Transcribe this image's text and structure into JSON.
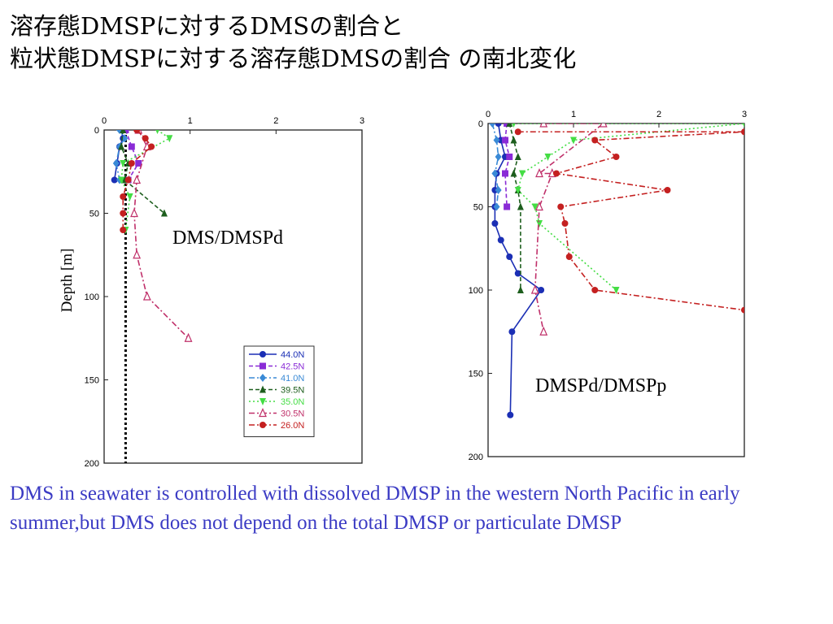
{
  "title": {
    "line1": "溶存態DMSPに対するDMSの割合と",
    "line2": "粒状態DMSPに対する溶存態DMSの割合 の南北変化"
  },
  "caption": "DMS in seawater is controlled with dissolved DMSP in the western North Pacific in early summer,but DMS does not depend on the total DMSP or particulate DMSP",
  "colors": {
    "44.0N": "#1b2fb5",
    "42.5N": "#8a2bd6",
    "41.0N": "#3a8ad6",
    "39.5N": "#1d5e1d",
    "35.0N": "#44dd44",
    "30.5N": "#c0306a",
    "26.0N": "#c42020",
    "caption": "#3b3bc4"
  },
  "chart_data": [
    {
      "type": "line",
      "title": "DMS/DMSPd",
      "ylabel": "Depth [m]",
      "xlabel": "",
      "xlim": [
        0,
        3
      ],
      "ylim": [
        200,
        0
      ],
      "xticks": [
        "0",
        "1",
        "2",
        "3"
      ],
      "yticks": [
        "0",
        "50",
        "100",
        "150",
        "200"
      ],
      "legend_position": "bottom-right",
      "reference_line": {
        "x": 0.25,
        "style": "dotted",
        "color": "#000000"
      },
      "series": [
        {
          "name": "44.0N",
          "marker": "circle",
          "dash": "solid",
          "points": [
            [
              0.2,
              0
            ],
            [
              0.22,
              5
            ],
            [
              0.18,
              10
            ],
            [
              0.15,
              20
            ],
            [
              0.12,
              30
            ],
            [
              0.22,
              30
            ]
          ]
        },
        {
          "name": "42.5N",
          "marker": "square",
          "dash": "dash",
          "points": [
            [
              0.25,
              0
            ],
            [
              0.32,
              10
            ],
            [
              0.4,
              20
            ],
            [
              0.28,
              30
            ]
          ]
        },
        {
          "name": "41.0N",
          "marker": "diamond",
          "dash": "dashdot",
          "points": [
            [
              0.18,
              0
            ],
            [
              0.24,
              5
            ],
            [
              0.18,
              10
            ],
            [
              0.14,
              20
            ],
            [
              0.18,
              30
            ]
          ]
        },
        {
          "name": "39.5N",
          "marker": "triangle",
          "dash": "dash",
          "points": [
            [
              0.22,
              0
            ],
            [
              0.2,
              10
            ],
            [
              0.28,
              20
            ],
            [
              0.24,
              30
            ],
            [
              0.7,
              50
            ]
          ]
        },
        {
          "name": "35.0N",
          "marker": "triangle-down",
          "dash": "dot",
          "points": [
            [
              0.62,
              0
            ],
            [
              0.76,
              5
            ],
            [
              0.22,
              20
            ],
            [
              0.2,
              30
            ],
            [
              0.3,
              40
            ],
            [
              0.25,
              60
            ]
          ]
        },
        {
          "name": "30.5N",
          "marker": "triangle-open",
          "dash": "dashdot",
          "points": [
            [
              0.4,
              0
            ],
            [
              0.5,
              10
            ],
            [
              0.38,
              30
            ],
            [
              0.35,
              50
            ],
            [
              0.38,
              75
            ],
            [
              0.5,
              100
            ],
            [
              0.98,
              125
            ]
          ]
        },
        {
          "name": "26.0N",
          "marker": "circle",
          "dash": "dashdot",
          "points": [
            [
              0.38,
              0
            ],
            [
              0.48,
              5
            ],
            [
              0.55,
              10
            ],
            [
              0.32,
              20
            ],
            [
              0.28,
              30
            ],
            [
              0.22,
              40
            ],
            [
              0.22,
              50
            ],
            [
              0.22,
              60
            ]
          ]
        }
      ]
    },
    {
      "type": "line",
      "title": "DMSPd/DMSPp",
      "ylabel": "",
      "xlabel": "",
      "xlim": [
        0,
        3
      ],
      "ylim": [
        200,
        0
      ],
      "xticks": [
        "0",
        "1",
        "2",
        "3"
      ],
      "yticks": [
        "0",
        "50",
        "100",
        "150",
        "200"
      ],
      "series": [
        {
          "name": "44.0N",
          "marker": "circle",
          "dash": "solid",
          "points": [
            [
              0.12,
              0
            ],
            [
              0.15,
              10
            ],
            [
              0.2,
              20
            ],
            [
              0.1,
              30
            ],
            [
              0.08,
              40
            ],
            [
              0.08,
              50
            ],
            [
              0.08,
              60
            ],
            [
              0.15,
              70
            ],
            [
              0.25,
              80
            ],
            [
              0.35,
              90
            ],
            [
              0.62,
              100
            ],
            [
              0.28,
              125
            ],
            [
              0.26,
              175
            ]
          ]
        },
        {
          "name": "42.5N",
          "marker": "square",
          "dash": "dash",
          "points": [
            [
              0.22,
              0
            ],
            [
              0.2,
              10
            ],
            [
              0.25,
              20
            ],
            [
              0.2,
              30
            ],
            [
              0.22,
              50
            ]
          ]
        },
        {
          "name": "41.0N",
          "marker": "diamond",
          "dash": "dashdot",
          "points": [
            [
              0.05,
              0
            ],
            [
              0.1,
              10
            ],
            [
              0.12,
              20
            ],
            [
              0.08,
              30
            ],
            [
              0.12,
              40
            ],
            [
              0.1,
              50
            ]
          ]
        },
        {
          "name": "39.5N",
          "marker": "triangle",
          "dash": "dash",
          "points": [
            [
              0.25,
              0
            ],
            [
              0.3,
              10
            ],
            [
              0.35,
              20
            ],
            [
              0.3,
              30
            ],
            [
              0.35,
              40
            ],
            [
              0.38,
              50
            ],
            [
              0.38,
              100
            ]
          ]
        },
        {
          "name": "35.0N",
          "marker": "triangle-down",
          "dash": "dot",
          "points": [
            [
              0.3,
              0
            ],
            [
              3.0,
              0
            ],
            [
              1.0,
              10
            ],
            [
              0.7,
              20
            ],
            [
              0.4,
              30
            ],
            [
              0.35,
              40
            ],
            [
              0.55,
              50
            ],
            [
              0.6,
              60
            ],
            [
              1.5,
              100
            ]
          ]
        },
        {
          "name": "30.5N",
          "marker": "triangle-open",
          "dash": "dashdot",
          "points": [
            [
              0.65,
              0
            ],
            [
              1.35,
              0
            ],
            [
              0.6,
              30
            ],
            [
              0.75,
              30
            ],
            [
              0.6,
              50
            ],
            [
              0.55,
              100
            ],
            [
              0.65,
              125
            ]
          ]
        },
        {
          "name": "26.0N",
          "marker": "circle",
          "dash": "dashdot",
          "points": [
            [
              0.35,
              5
            ],
            [
              3.0,
              5
            ],
            [
              1.25,
              10
            ],
            [
              1.5,
              20
            ],
            [
              0.8,
              30
            ],
            [
              2.1,
              40
            ],
            [
              0.85,
              50
            ],
            [
              0.9,
              60
            ],
            [
              0.95,
              80
            ],
            [
              1.25,
              100
            ],
            [
              3.0,
              112
            ]
          ]
        }
      ]
    }
  ]
}
